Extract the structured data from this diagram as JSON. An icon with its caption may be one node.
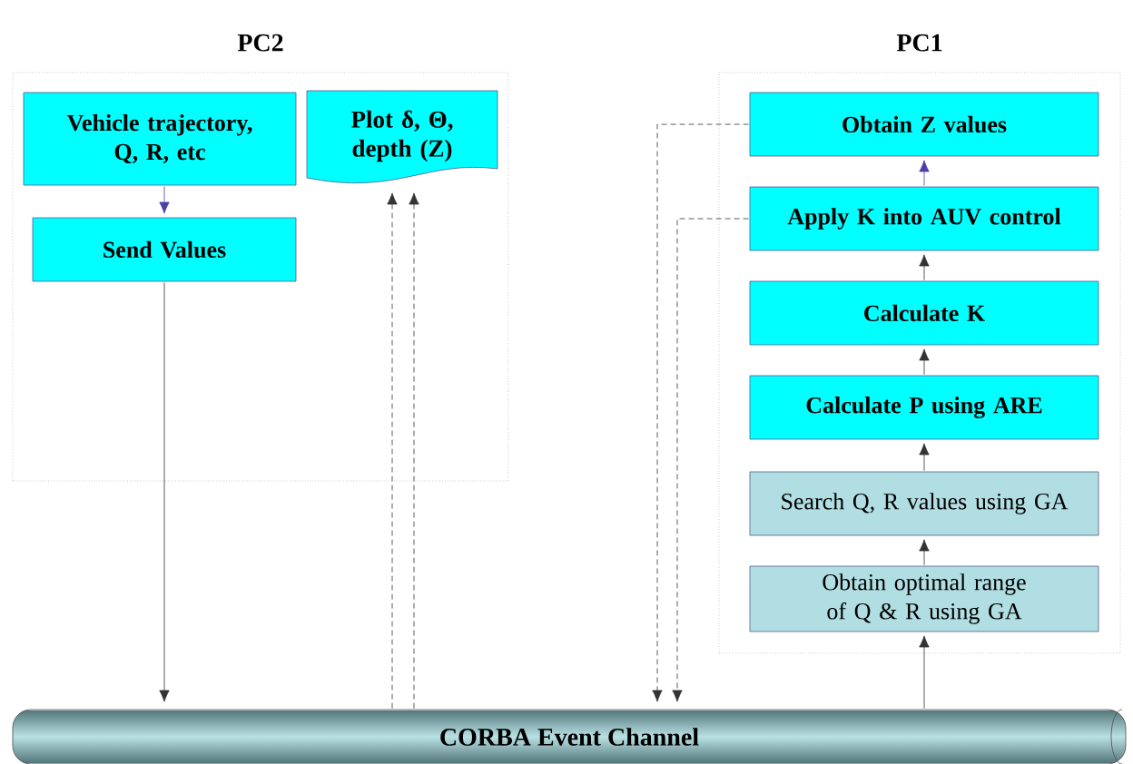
{
  "diagram": {
    "nodes": [
      {
        "text": [
          "PC2"
        ]
      },
      {
        "text": [
          "Vehicle trajectory, Q, R, etc"
        ],
        "in": 0
      },
      {
        "text": [
          "Plot δ, Θ, depth (Z)"
        ],
        "in": 0
      },
      {
        "text": [
          "Send Values"
        ],
        "in": 0
      },
      {
        "text": [
          "PC1"
        ]
      },
      {
        "text": [
          "Obtain Z values"
        ],
        "in": 4
      },
      {
        "text": [
          "Apply K into AUV control"
        ],
        "in": 4
      },
      {
        "text": [
          "Calculate K"
        ],
        "in": 4
      },
      {
        "text": [
          "Calculate P using ARE"
        ],
        "in": 4
      },
      {
        "text": [
          "Search Q, R values using GA"
        ],
        "in": 4
      },
      {
        "text": [
          "Obtain optimal range of Q & R using GA"
        ],
        "in": 4
      },
      {
        "text": [
          "CORBA Event Channel"
        ]
      }
    ],
    "edges": [
      {
        "from": 1,
        "to": 3,
        "arrow": "to",
        "color": "#4a3fa8"
      },
      {
        "from": 3,
        "to": 11,
        "arrow": "to"
      },
      {
        "from": 11,
        "to": 2,
        "arrow": "to",
        "style": "dashed"
      },
      {
        "from": 11,
        "to": 2,
        "arrow": "to",
        "style": "dashed"
      },
      {
        "from": 5,
        "to": 11,
        "arrow": "to",
        "style": "dashed"
      },
      {
        "from": 6,
        "to": 11,
        "arrow": "to",
        "style": "dashed"
      },
      {
        "from": 6,
        "to": 5,
        "arrow": "to",
        "color": "#4a3fa8"
      },
      {
        "from": 7,
        "to": 6,
        "arrow": "to"
      },
      {
        "from": 8,
        "to": 7,
        "arrow": "to"
      },
      {
        "from": 9,
        "to": 8,
        "arrow": "to"
      },
      {
        "from": 10,
        "to": 9,
        "arrow": "to"
      },
      {
        "from": 11,
        "to": 10,
        "arrow": "to"
      }
    ]
  }
}
